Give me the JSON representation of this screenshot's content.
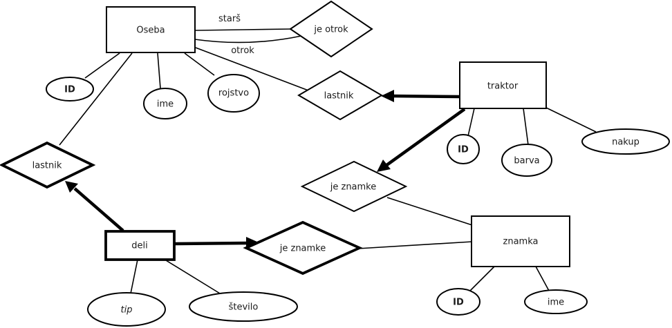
{
  "diagram": {
    "kind": "er-diagram",
    "language": "sl",
    "colors": {
      "background": "#ffffff",
      "stroke": "#000000",
      "text": "#1a1a1a"
    },
    "entities": {
      "oseba": {
        "label": "Oseba"
      },
      "traktor": {
        "label": "traktor"
      },
      "znamka": {
        "label": "znamka"
      },
      "deli": {
        "label": "deli"
      }
    },
    "relationships": {
      "je_otrok": {
        "label": "je otrok"
      },
      "lastnik_traktor": {
        "label": "lastnik"
      },
      "lastnik_deli": {
        "label": "lastnik"
      },
      "je_znamke_traktor": {
        "label": "je znamke"
      },
      "je_znamke_deli": {
        "label": "je znamke"
      }
    },
    "attributes": {
      "oseba_id": {
        "label": "ID"
      },
      "oseba_ime": {
        "label": "ime"
      },
      "oseba_rojstvo": {
        "label": "rojstvo"
      },
      "traktor_id": {
        "label": "ID"
      },
      "traktor_barva": {
        "label": "barva"
      },
      "traktor_nakup": {
        "label": "nakup"
      },
      "znamka_id": {
        "label": "ID"
      },
      "znamka_ime": {
        "label": "ime"
      },
      "deli_tip": {
        "label": "tip"
      },
      "deli_stevilo": {
        "label": "število"
      }
    },
    "edge_labels": {
      "stars": {
        "label": "starš"
      },
      "otrok": {
        "label": "otrok"
      }
    }
  }
}
